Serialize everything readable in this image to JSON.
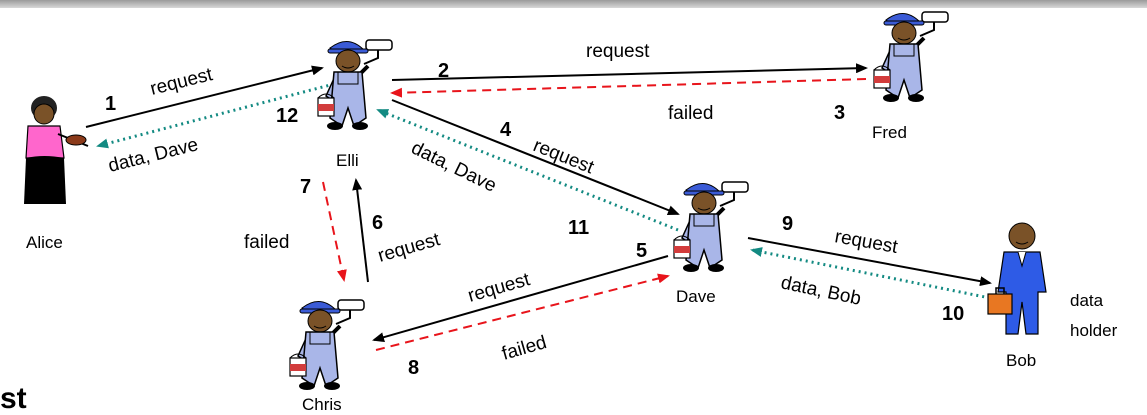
{
  "people": {
    "alice": "Alice",
    "elli": "Elli",
    "fred": "Fred",
    "dave": "Dave",
    "chris": "Chris",
    "bob": "Bob",
    "bob_role_1": "data",
    "bob_role_2": "holder"
  },
  "messages": [
    {
      "step": "1",
      "label": "request",
      "from": "Alice",
      "to": "Elli",
      "kind": "request"
    },
    {
      "step": "2",
      "label": "request",
      "from": "Elli",
      "to": "Fred",
      "kind": "request"
    },
    {
      "step": "3",
      "label": "failed",
      "from": "Fred",
      "to": "Elli",
      "kind": "failed"
    },
    {
      "step": "4",
      "label": "request",
      "from": "Elli",
      "to": "Dave",
      "kind": "request"
    },
    {
      "step": "5",
      "label": "request",
      "from": "Dave",
      "to": "Chris",
      "kind": "request"
    },
    {
      "step": "6",
      "label": "request",
      "from": "Chris",
      "to": "Elli",
      "kind": "request"
    },
    {
      "step": "7",
      "label": "failed",
      "from": "Elli",
      "to": "Chris",
      "kind": "failed"
    },
    {
      "step": "8",
      "label": "failed",
      "from": "Chris",
      "to": "Dave",
      "kind": "failed"
    },
    {
      "step": "9",
      "label": "request",
      "from": "Dave",
      "to": "Bob",
      "kind": "request"
    },
    {
      "step": "10",
      "label": "data, Bob",
      "from": "Bob",
      "to": "Dave",
      "kind": "data"
    },
    {
      "step": "11",
      "label": "data, Dave",
      "from": "Dave",
      "to": "Elli",
      "kind": "data"
    },
    {
      "step": "12",
      "label": "data, Dave",
      "from": "Elli",
      "to": "Alice",
      "kind": "data"
    }
  ],
  "bottom_text": "st",
  "colors": {
    "request": "#000000",
    "failed": "#e8141b",
    "data": "#138a82",
    "overalls": "#a9b6e8",
    "cap": "#3b5bd6",
    "skin": "#7a5228",
    "alice_dress": "#ff66cc",
    "bob_suit": "#2e5be6"
  }
}
